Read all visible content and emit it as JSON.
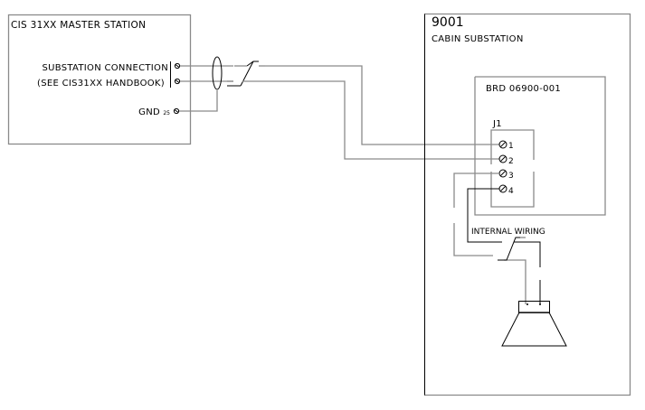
{
  "master_station": {
    "title": "CIS 31XX MASTER STATION",
    "connection_label_line1": "SUBSTATION CONNECTION",
    "connection_label_line2": "(SEE CIS31XX HANDBOOK)",
    "gnd_label": "GND",
    "gnd_pin": "25"
  },
  "substation": {
    "id": "9001",
    "name": "CABIN SUBSTATION",
    "board": {
      "label": "BRD 06900-001",
      "connector": {
        "label": "J1",
        "pins": [
          "1",
          "2",
          "3",
          "4"
        ]
      }
    },
    "internal_wiring_label": "INTERNAL WIRING"
  },
  "icons": {
    "terminal": "screw-terminal-icon",
    "shield": "cable-shield-icon",
    "twisted_pair": "twisted-pair-icon",
    "speaker": "speaker-icon"
  }
}
